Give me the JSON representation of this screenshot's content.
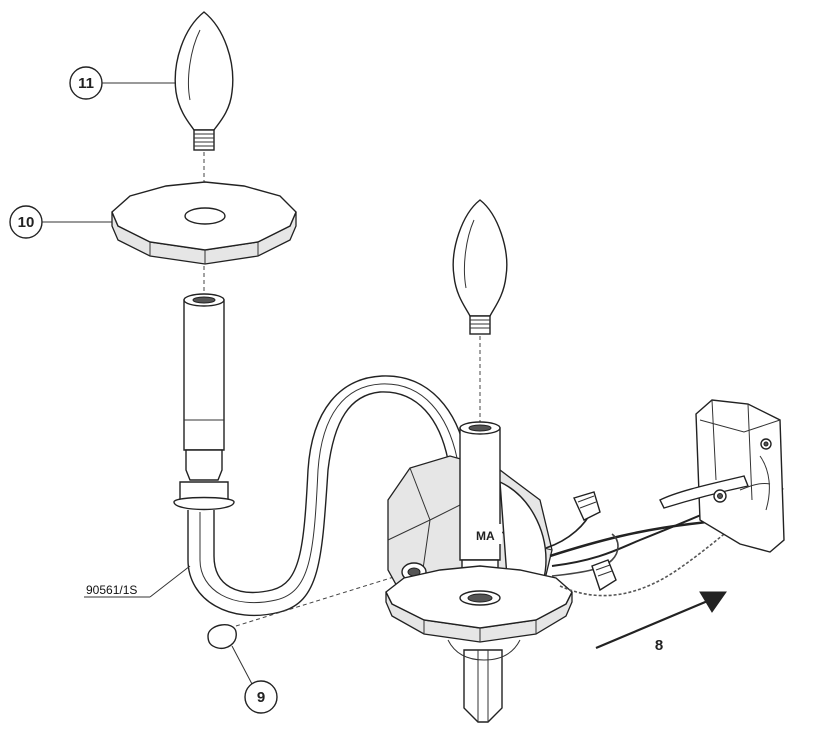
{
  "callouts": {
    "bulb": "11",
    "bobeche": "10",
    "ball": "9"
  },
  "part_label": "90561/1S",
  "step_number": "8",
  "bracket_text": "MA"
}
